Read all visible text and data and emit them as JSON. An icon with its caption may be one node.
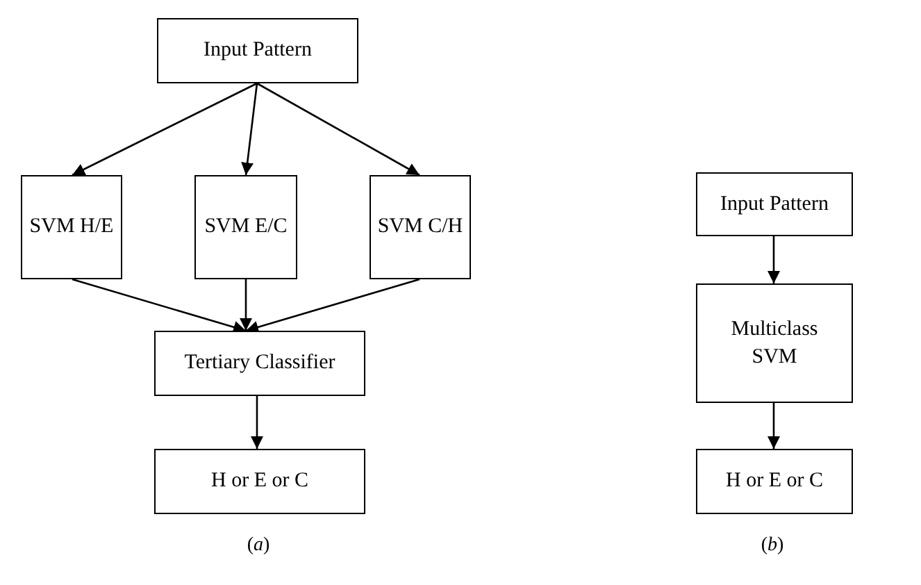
{
  "diagram": {
    "nodes": [
      {
        "text": [
          "Input Pattern"
        ]
      },
      {
        "text": [
          "SVM H/E"
        ]
      },
      {
        "text": [
          "SVM E/C"
        ]
      },
      {
        "text": [
          "SVM C/H"
        ]
      },
      {
        "text": [
          "Tertiary Classifier"
        ]
      },
      {
        "text": [
          "H or E or C"
        ]
      },
      {
        "text": [
          "Input Pattern"
        ]
      },
      {
        "text": [
          "Multiclass SVM"
        ]
      },
      {
        "text": [
          "H or E or C"
        ]
      }
    ],
    "edges": [
      {
        "from": 0,
        "to": 1,
        "arrow": "to"
      },
      {
        "from": 0,
        "to": 2,
        "arrow": "to"
      },
      {
        "from": 0,
        "to": 3,
        "arrow": "to"
      },
      {
        "from": 1,
        "to": 4,
        "arrow": "to"
      },
      {
        "from": 2,
        "to": 4,
        "arrow": "to"
      },
      {
        "from": 3,
        "to": 4,
        "arrow": "to"
      },
      {
        "from": 4,
        "to": 5,
        "arrow": "to"
      },
      {
        "from": 6,
        "to": 7,
        "arrow": "to"
      },
      {
        "from": 7,
        "to": 8,
        "arrow": "to"
      }
    ],
    "labels": [
      "(*a*)",
      "(*b*)"
    ]
  }
}
